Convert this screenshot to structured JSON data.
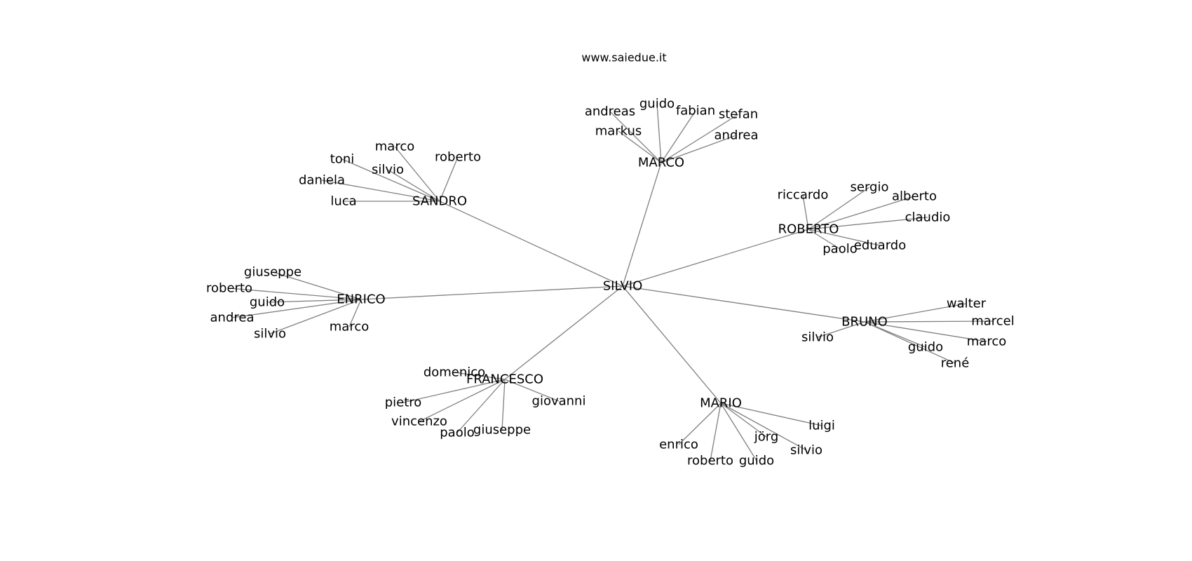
{
  "title": "www.saiedue.it",
  "colors": {
    "edge": "#808080",
    "text": "#000000",
    "background": "#ffffff"
  },
  "graph": {
    "center": "SILVIO",
    "hubs": [
      {
        "name": "MARCO",
        "leaves": [
          "andreas",
          "guido",
          "fabian",
          "stefan",
          "markus",
          "andrea"
        ]
      },
      {
        "name": "SANDRO",
        "leaves": [
          "marco",
          "toni",
          "silvio",
          "roberto",
          "daniela",
          "luca"
        ]
      },
      {
        "name": "ROBERTO",
        "leaves": [
          "riccardo",
          "sergio",
          "alberto",
          "claudio",
          "eduardo",
          "paolo"
        ]
      },
      {
        "name": "ENRICO",
        "leaves": [
          "giuseppe",
          "roberto",
          "guido",
          "andrea",
          "silvio",
          "marco"
        ]
      },
      {
        "name": "BRUNO",
        "leaves": [
          "walter",
          "marcel",
          "silvio",
          "marco",
          "guido",
          "rené"
        ]
      },
      {
        "name": "FRANCESCO",
        "leaves": [
          "domenico",
          "pietro",
          "giovanni",
          "vincenzo",
          "paolo",
          "giuseppe"
        ]
      },
      {
        "name": "MARIO",
        "leaves": [
          "luigi",
          "jörg",
          "enrico",
          "silvio",
          "roberto",
          "guido"
        ]
      }
    ]
  }
}
